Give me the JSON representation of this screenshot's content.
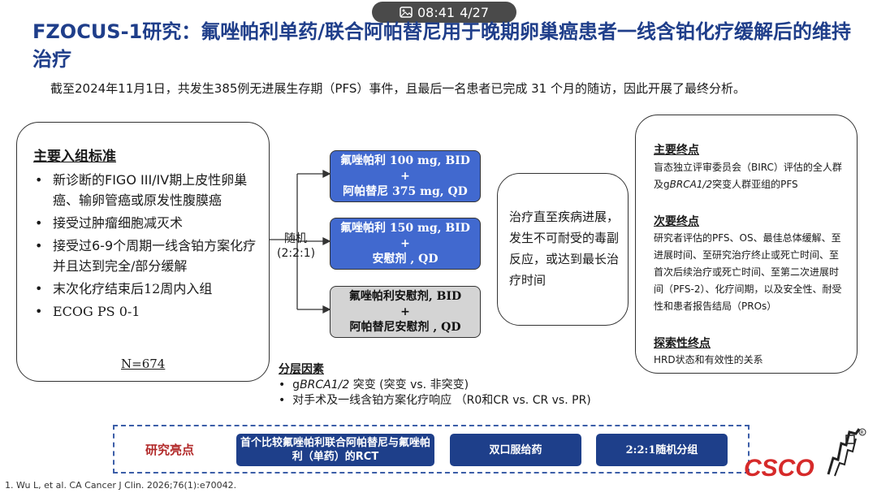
{
  "status_bar": {
    "time": "08:41",
    "page": "4/27"
  },
  "title": "FZOCUS-1研究：氟唑帕利单药/联合阿帕替尼用于晚期卵巢癌患者一线含铂化疗缓解后的维持治疗",
  "subtitle": "截至2024年11月1日，共发生385例无进展生存期（PFS）事件，且最后一名患者已完成 31 个月的随访，因此开展了最终分析。",
  "inclusion": {
    "heading": "主要入组标准",
    "items": [
      "新诊断的FIGO III/IV期上皮性卵巢癌、输卵管癌或原发性腹膜癌",
      "接受过肿瘤细胞减灭术",
      "接受过6-9个周期一线含铂方案化疗并且达到完全/部分缓解",
      "末次化疗结束后12周内入组",
      "ECOG PS 0-1"
    ],
    "n": "N=674"
  },
  "randomization": {
    "line1": "随机",
    "line2": "(2:2:1)"
  },
  "arms": [
    {
      "line1": "氟唑帕利 100 mg, BID",
      "plus": "+",
      "line2": "阿帕替尼 375 mg, QD"
    },
    {
      "line1": "氟唑帕利 150 mg, BID",
      "plus": "+",
      "line2": "安慰剂 , QD"
    },
    {
      "line1": "氟唑帕利安慰剂, BID",
      "plus": "+",
      "line2": "阿帕替尼安慰剂 , QD"
    }
  ],
  "treatment": "治疗直至疾病进展，发生不可耐受的毒副反应，或达到最长治疗时间",
  "endpoints": {
    "primary_heading": "主要终点",
    "primary_text_a": "盲态独立评审委员会（BIRC）评估的全人群及g",
    "primary_text_gene": "BRCA1/2",
    "primary_text_b": "突变人群亚组的PFS",
    "secondary_heading": "次要终点",
    "secondary_text": "研究者评估的PFS、OS、最佳总体缓解、至进展时间、至研究治疗终止或死亡时间、至首次后续治疗或死亡时间、至第二次进展时间（PFS-2）、化疗间期，以及安全性、耐受性和患者报告结局（PROs）",
    "exploratory_heading": "探索性终点",
    "exploratory_text": "HRD状态和有效性的关系"
  },
  "stratification": {
    "heading": "分层因素",
    "item1_prefix": "g",
    "item1_gene": "BRCA1/2",
    "item1_suffix": " 突变 (突变 vs. 非突变)",
    "item2": "对手术及一线含铂方案化疗响应 （R0和CR vs. CR vs. PR)"
  },
  "highlights": {
    "label": "研究亮点",
    "boxes": [
      "首个比较氟唑帕利联合阿帕替尼与氟唑帕利（单药）的RCT",
      "双口服给药",
      "2:2:1随机分组"
    ]
  },
  "reference": "1.    Wu L, et al. CA Cancer J Clin. 2026;76(1):e70042.",
  "logo_text": "CSCO",
  "colors": {
    "title": "#1f3e8a",
    "arm_blue": "#4169cf",
    "arm_gray": "#d4d4d4",
    "highlight_box": "#1e3f8a",
    "highlight_label": "#b22a2a",
    "logo_red": "#d62a2a"
  }
}
